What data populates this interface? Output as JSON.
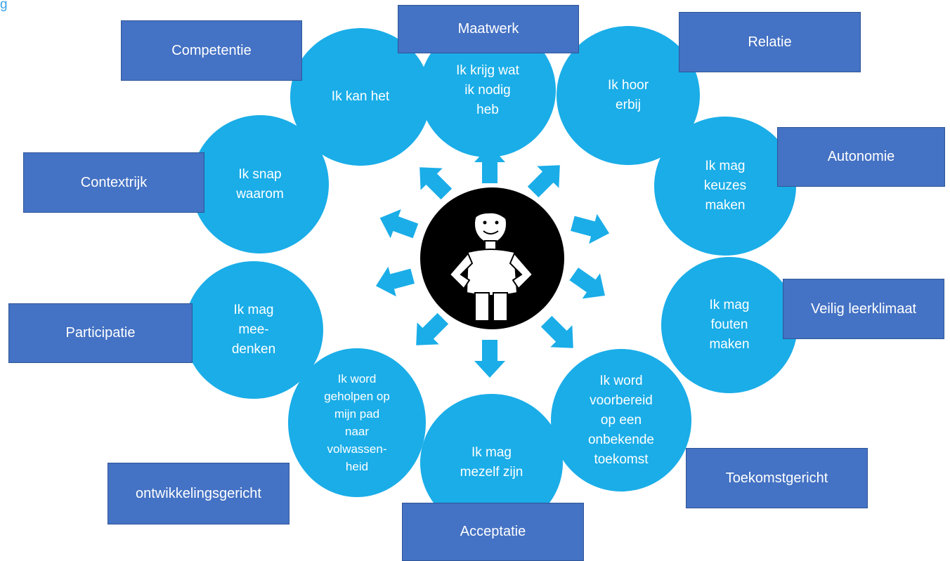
{
  "header": {
    "text": "g"
  },
  "colors": {
    "circle": "#1aade8",
    "box": "#4472c4",
    "arrow": "#1aade8",
    "center": "#000000"
  },
  "circles": [
    {
      "text": "Ik kan het"
    },
    {
      "text": "Ik krijg wat\nik nodig\nheb"
    },
    {
      "text": "Ik hoor\nerbij"
    },
    {
      "text": "Ik snap\nwaarom"
    },
    {
      "text": "Ik mag\nkeuzes\nmaken"
    },
    {
      "text": "Ik mag\nmee-\ndenken"
    },
    {
      "text": "Ik mag\nfouten\nmaken"
    },
    {
      "text": "Ik word\ngeholpen op\nmijn pad\nnaar\nvolwassen-\nheid"
    },
    {
      "text": "Ik mag\nmezelf zijn"
    },
    {
      "text": "Ik word\nvoorbereid\nop een\nonbekende\ntoekomst"
    }
  ],
  "boxes": [
    {
      "text": "Competentie"
    },
    {
      "text": "Maatwerk"
    },
    {
      "text": "Relatie"
    },
    {
      "text": "Contextrijk"
    },
    {
      "text": "Autonomie"
    },
    {
      "text": "Participatie"
    },
    {
      "text": "Veilig leerklimaat"
    },
    {
      "text": "ontwikkelingsgericht"
    },
    {
      "text": "Acceptatie"
    },
    {
      "text": "Toekomstgericht"
    }
  ],
  "center_figure": {
    "icon": "person-hands-on-hips-icon"
  }
}
